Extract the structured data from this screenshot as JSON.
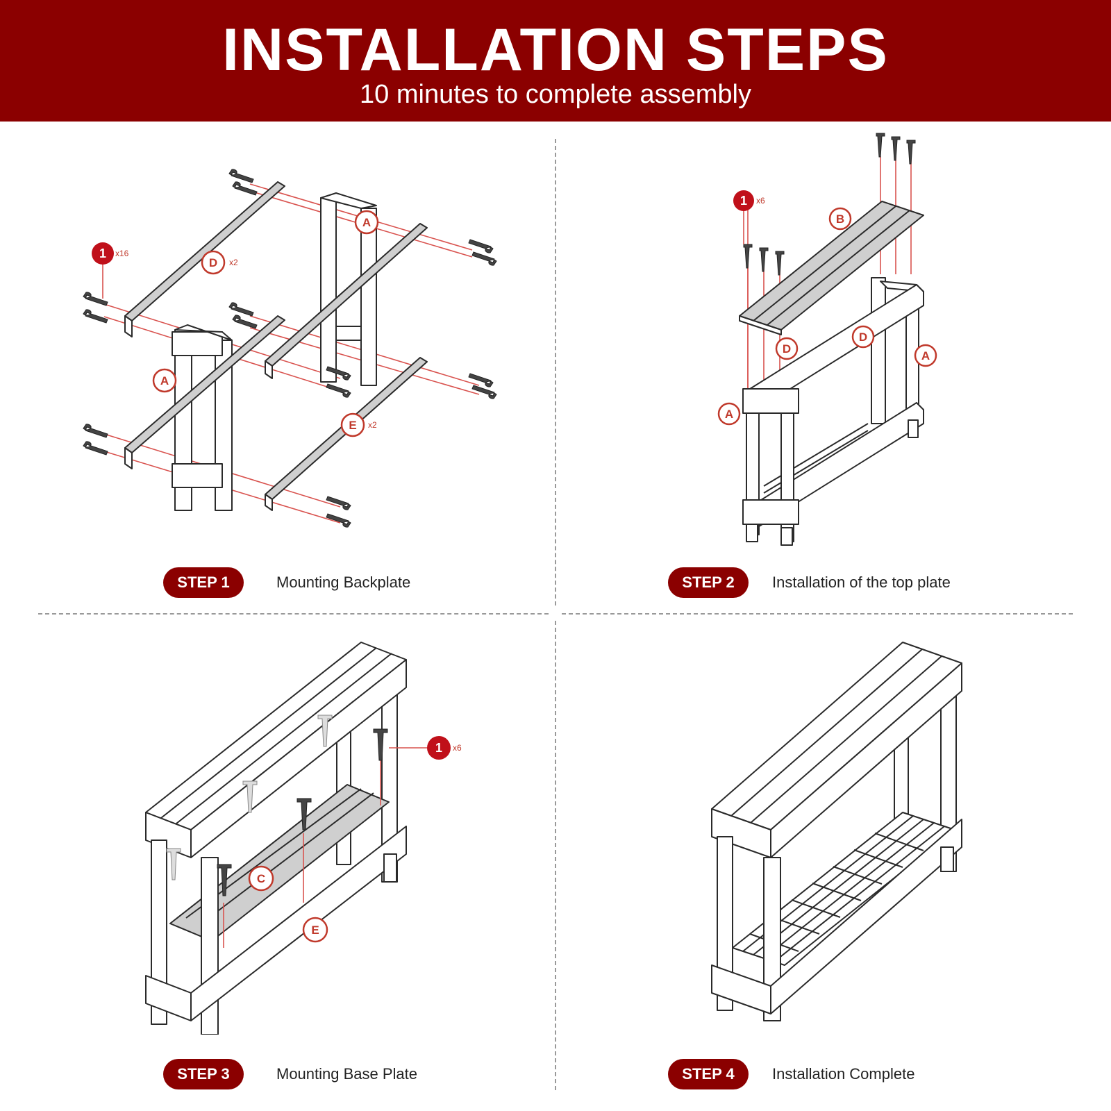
{
  "header": {
    "title": "INSTALLATION STEPS",
    "subtitle": "10 minutes to complete assembly"
  },
  "colors": {
    "brand": "#8b0000",
    "label_red": "#c0392b"
  },
  "part_labels": {
    "A": "A",
    "B": "B",
    "C": "C",
    "D": "D",
    "E": "E"
  },
  "screw_badge": "1",
  "quantities": {
    "x16": "x16",
    "x6": "x6",
    "x2": "x2"
  },
  "steps": [
    {
      "badge": "STEP 1",
      "caption": "Mounting Backplate"
    },
    {
      "badge": "STEP 2",
      "caption": "Installation of the top plate"
    },
    {
      "badge": "STEP 3",
      "caption": "Mounting Base Plate"
    },
    {
      "badge": "STEP 4",
      "caption": "Installation Complete"
    }
  ]
}
